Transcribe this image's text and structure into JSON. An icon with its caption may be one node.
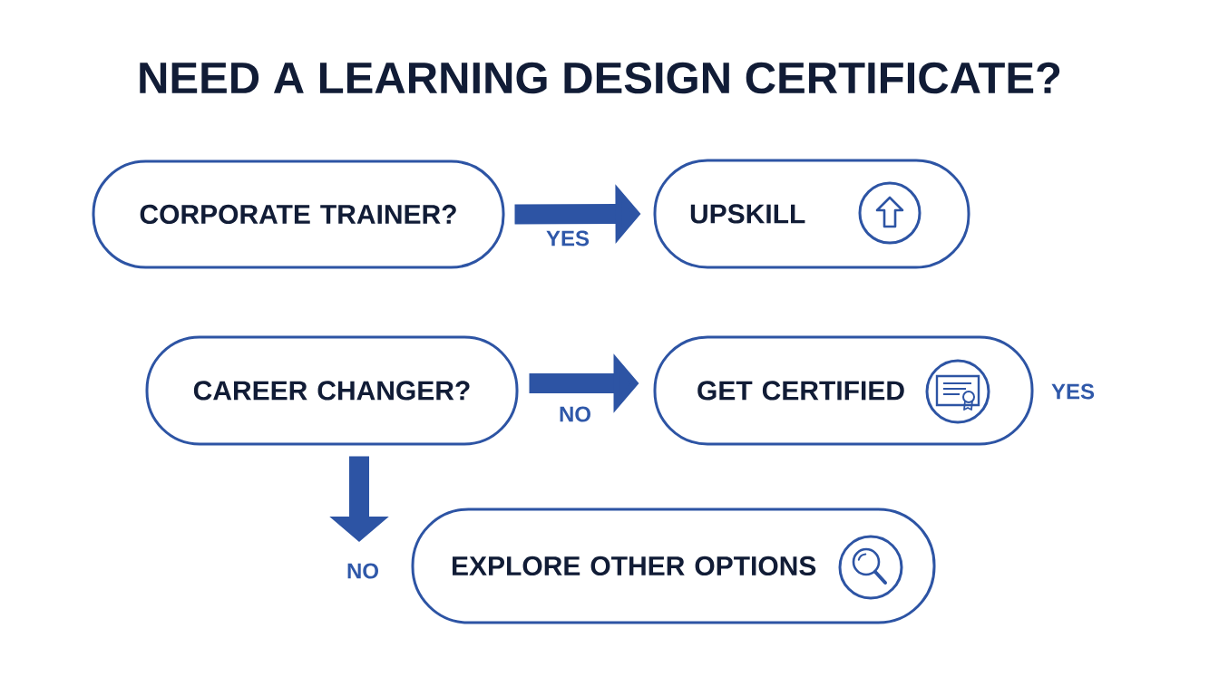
{
  "diagram": {
    "title": "NEED A LEARNING DESIGN CERTIFICATE?",
    "nodes": [
      {
        "text": [
          "CORPORATE TRAINER?"
        ]
      },
      {
        "text": [
          "UPSKILL"
        ]
      },
      {
        "text": [
          "CAREER CHANGER?"
        ]
      },
      {
        "text": [
          "GET CERTIFIED"
        ],
        "beside": [
          "YES"
        ]
      },
      {
        "text": [
          "EXPLORE OTHER OPTIONS"
        ]
      }
    ],
    "edges": [
      {
        "from": 0,
        "to": 1,
        "arrow": "to",
        "label": "YES"
      },
      {
        "from": 2,
        "to": 3,
        "arrow": "to",
        "label": "NO"
      },
      {
        "from": 2,
        "to": 4,
        "arrow": "to",
        "label": "NO"
      }
    ]
  }
}
